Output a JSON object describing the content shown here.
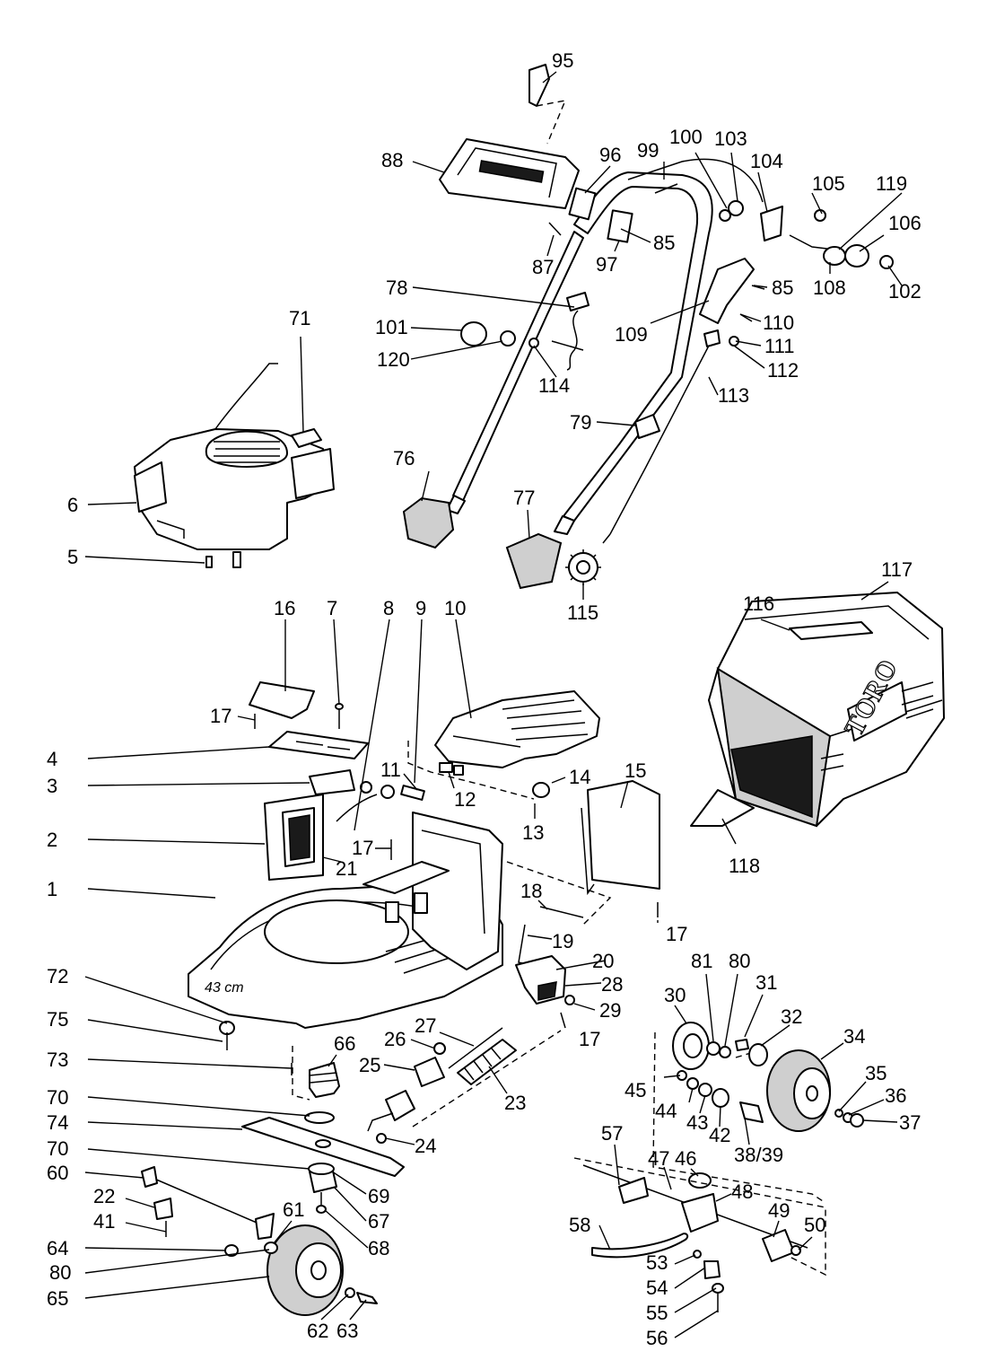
{
  "parts": {
    "p1": "1",
    "p2": "2",
    "p3": "3",
    "p4": "4",
    "p5": "5",
    "p6": "6",
    "p7": "7",
    "p8": "8",
    "p9": "9",
    "p10": "10",
    "p11": "11",
    "p12": "12",
    "p13": "13",
    "p14": "14",
    "p15": "15",
    "p16": "16",
    "p17": "17",
    "p18": "18",
    "p19": "19",
    "p20": "20",
    "p21": "21",
    "p22": "22",
    "p23": "23",
    "p24": "24",
    "p25": "25",
    "p26": "26",
    "p27": "27",
    "p28": "28",
    "p29": "29",
    "p30": "30",
    "p31": "31",
    "p32": "32",
    "p34": "34",
    "p35": "35",
    "p36": "36",
    "p37": "37",
    "p3839": "38/39",
    "p41": "41",
    "p42": "42",
    "p43": "43",
    "p44": "44",
    "p45": "45",
    "p46": "46",
    "p47": "47",
    "p48": "48",
    "p49": "49",
    "p50": "50",
    "p53": "53",
    "p54": "54",
    "p55": "55",
    "p56": "56",
    "p57": "57",
    "p58": "58",
    "p60": "60",
    "p61": "61",
    "p62": "62",
    "p63": "63",
    "p64": "64",
    "p65": "65",
    "p66": "66",
    "p67": "67",
    "p68": "68",
    "p69": "69",
    "p70": "70",
    "p71": "71",
    "p72": "72",
    "p73": "73",
    "p74": "74",
    "p75": "75",
    "p76": "76",
    "p77": "77",
    "p78": "78",
    "p79": "79",
    "p80": "80",
    "p81": "81",
    "p85": "85",
    "p87": "87",
    "p88": "88",
    "p95": "95",
    "p96": "96",
    "p97": "97",
    "p99": "99",
    "p100": "100",
    "p101": "101",
    "p102": "102",
    "p103": "103",
    "p104": "104",
    "p105": "105",
    "p106": "106",
    "p108": "108",
    "p109": "109",
    "p110": "110",
    "p111": "111",
    "p112": "112",
    "p113": "113",
    "p114": "114",
    "p115": "115",
    "p116": "116",
    "p117": "117",
    "p118": "118",
    "p119": "119",
    "p120": "120"
  },
  "markings": {
    "brand": "TORO",
    "deck_size": "43 cm"
  }
}
